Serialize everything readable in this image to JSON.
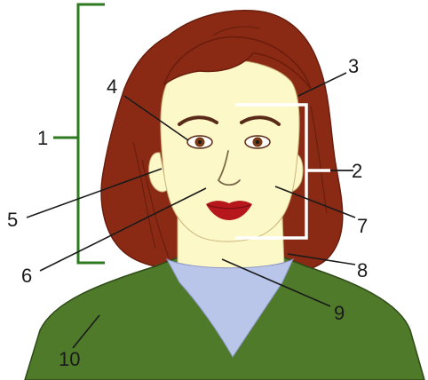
{
  "labels": {
    "n1": "1",
    "n2": "2",
    "n3": "3",
    "n4": "4",
    "n5": "5",
    "n6": "6",
    "n7": "7",
    "n8": "8",
    "n9": "9",
    "n10": "10"
  },
  "colors": {
    "hair": "#8b2a14",
    "hair_shadow": "#6a1d0c",
    "skin": "#fdf8c8",
    "skin_highlight": "#fffde6",
    "shirt": "#4e7a2a",
    "collar": "#b9c6ea",
    "lips": "#b5171d",
    "eyebrow": "#5a2a18",
    "iris": "#7a3a14",
    "bracket_green": "#2e7a20",
    "bracket_white": "#ffffff",
    "line": "#1a1a1a"
  },
  "icons": [
    "woman-portrait",
    "bracket-green",
    "bracket-white"
  ]
}
